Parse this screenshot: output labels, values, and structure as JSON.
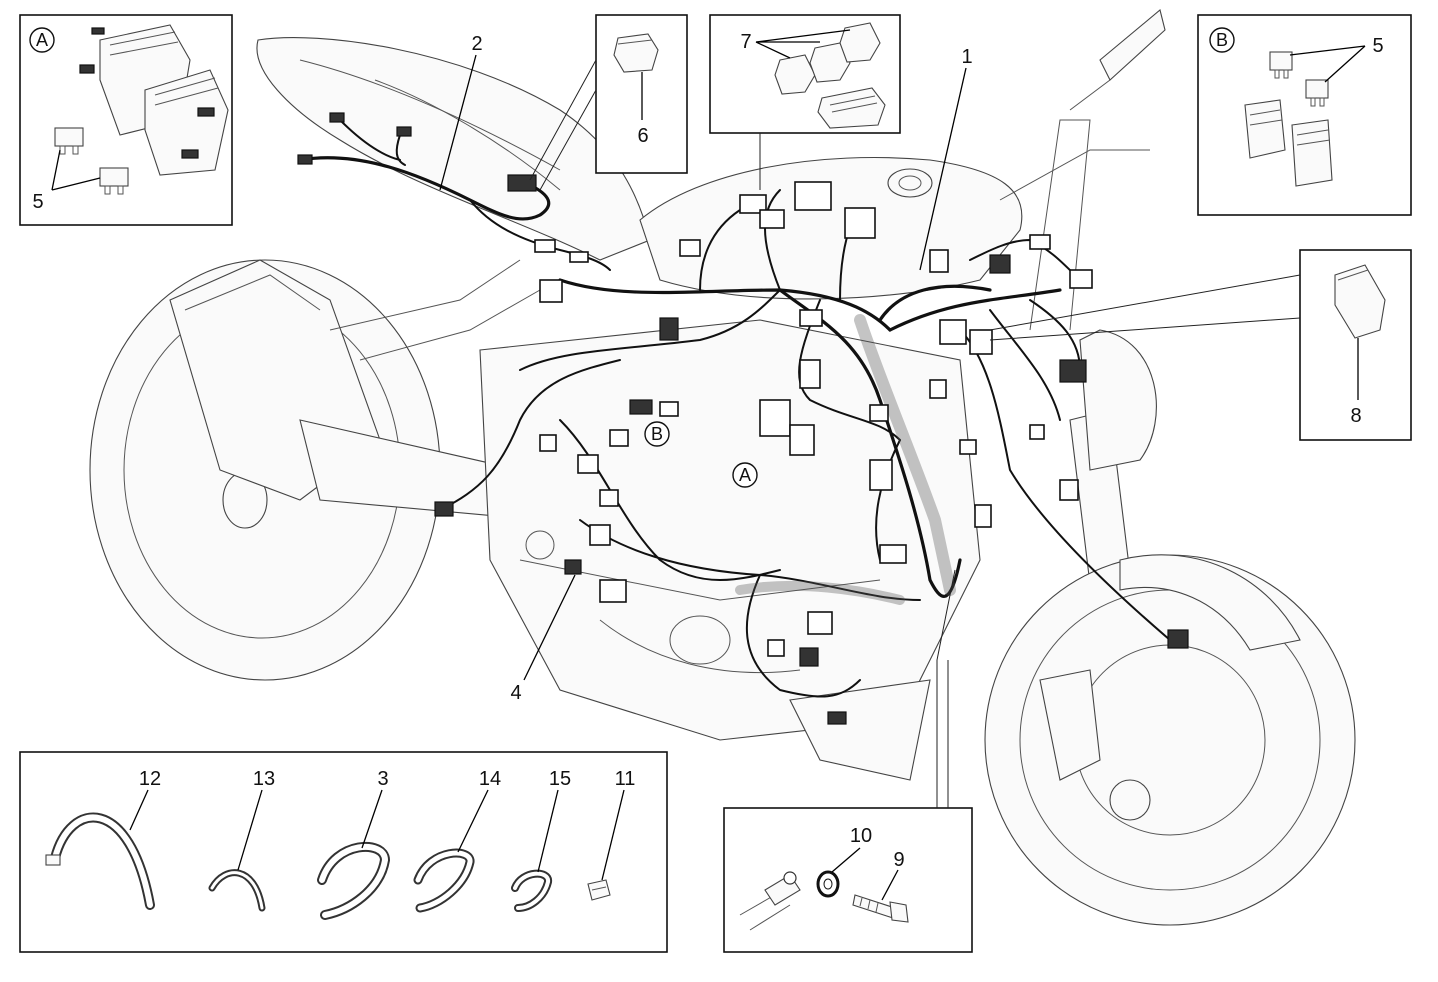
{
  "labels": {
    "p1": "1",
    "p2": "2",
    "p3": "3",
    "p4": "4",
    "p6": "6",
    "p7": "7",
    "p8": "8",
    "p9": "9",
    "p10": "10",
    "p11": "11",
    "p12": "12",
    "p13": "13",
    "p14": "14",
    "p15": "15",
    "p5a": "5",
    "p5b": "5"
  },
  "refs": {
    "box_a": "A",
    "box_b": "B",
    "body_a": "A",
    "body_b": "B"
  },
  "colors": {
    "line": "#111111",
    "background": "#ffffff",
    "part_outline": "#444444"
  }
}
